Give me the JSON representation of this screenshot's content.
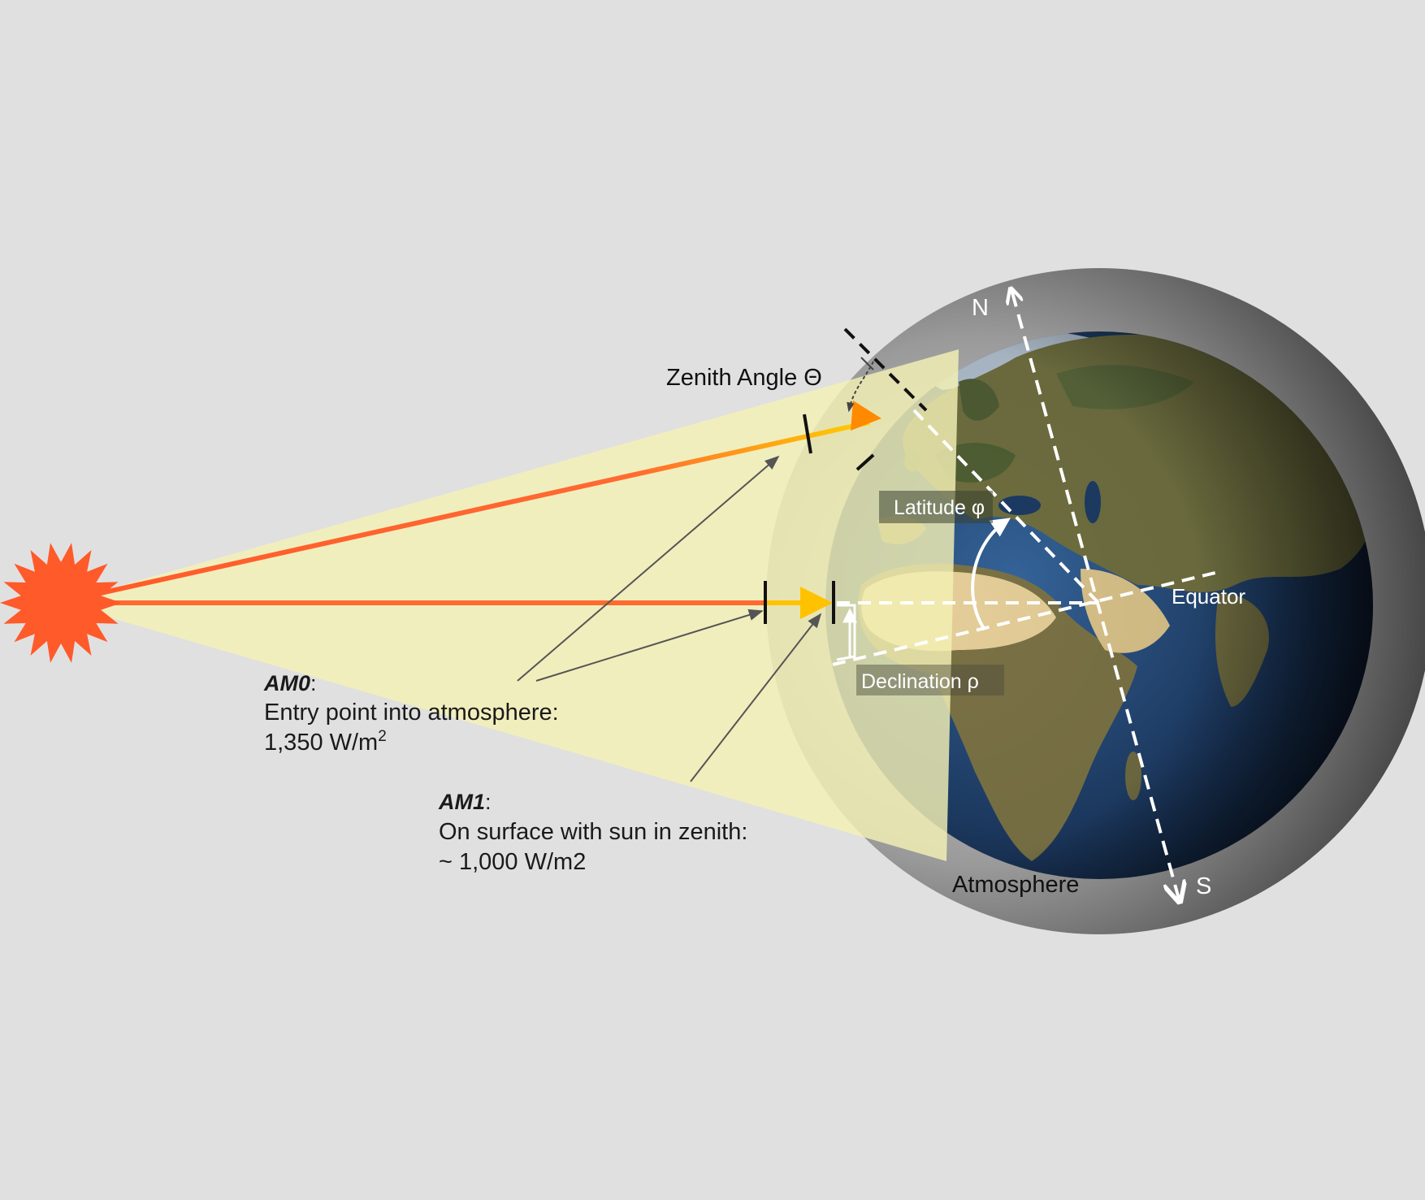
{
  "labels": {
    "zenith_angle": "Zenith Angle Θ",
    "north": "N",
    "south": "S",
    "latitude": "Latitude φ",
    "equator": "Equator",
    "declination": "Declination ρ",
    "atmosphere": "Atmosphere"
  },
  "am0": {
    "title": "AM0",
    "title_suffix": ":",
    "line1": "Entry point into atmosphere:",
    "line2_value": "1,350 W/m",
    "line2_sup": "2"
  },
  "am1": {
    "title": "AM1",
    "title_suffix": ":",
    "line1": "On surface with sun in zenith:",
    "line2": "~ 1,000 W/m2"
  },
  "colors": {
    "background": "#e0e0e0",
    "sun": "#ff5a2a",
    "ray": "#ff6a30",
    "light_cone": "#f4f0b4",
    "atmosphere": "#5a5a5a",
    "ocean": "#1e3e66",
    "land": "#7a7548",
    "desert": "#e6cf9a",
    "arrow_yellow": "#ffc200",
    "arrow_orange": "#ff8a00"
  },
  "icons": {
    "sun": "sun-icon",
    "earth": "earth-globe-icon"
  }
}
